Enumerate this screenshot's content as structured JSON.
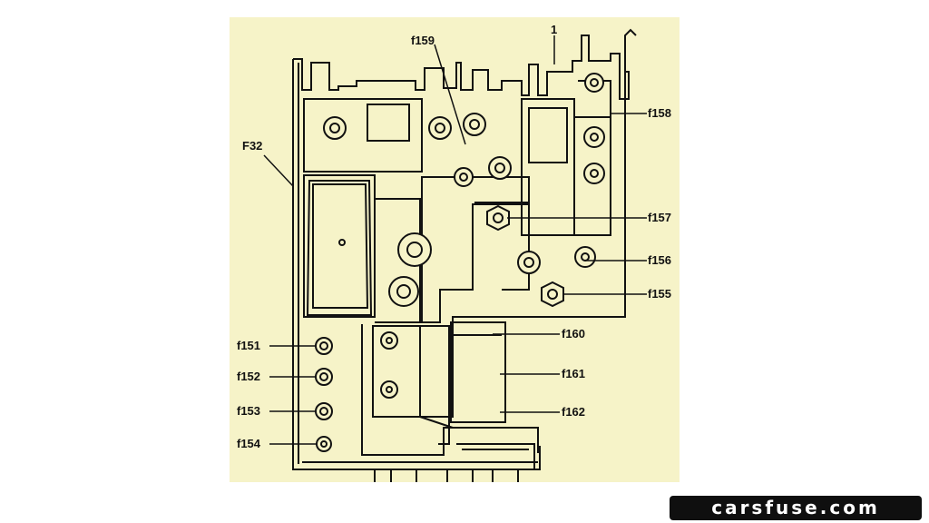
{
  "colors": {
    "background": "#f6f3c8",
    "line": "#111111",
    "page": "#ffffff"
  },
  "labels": {
    "main_unit": "F32",
    "component": "1",
    "f151": "f151",
    "f152": "f152",
    "f153": "f153",
    "f154": "f154",
    "f155": "f155",
    "f156": "f156",
    "f157": "f157",
    "f158": "f158",
    "f159": "f159",
    "f160": "f160",
    "f161": "f161",
    "f162": "f162"
  },
  "watermark": {
    "text": "carsfuse.com"
  }
}
